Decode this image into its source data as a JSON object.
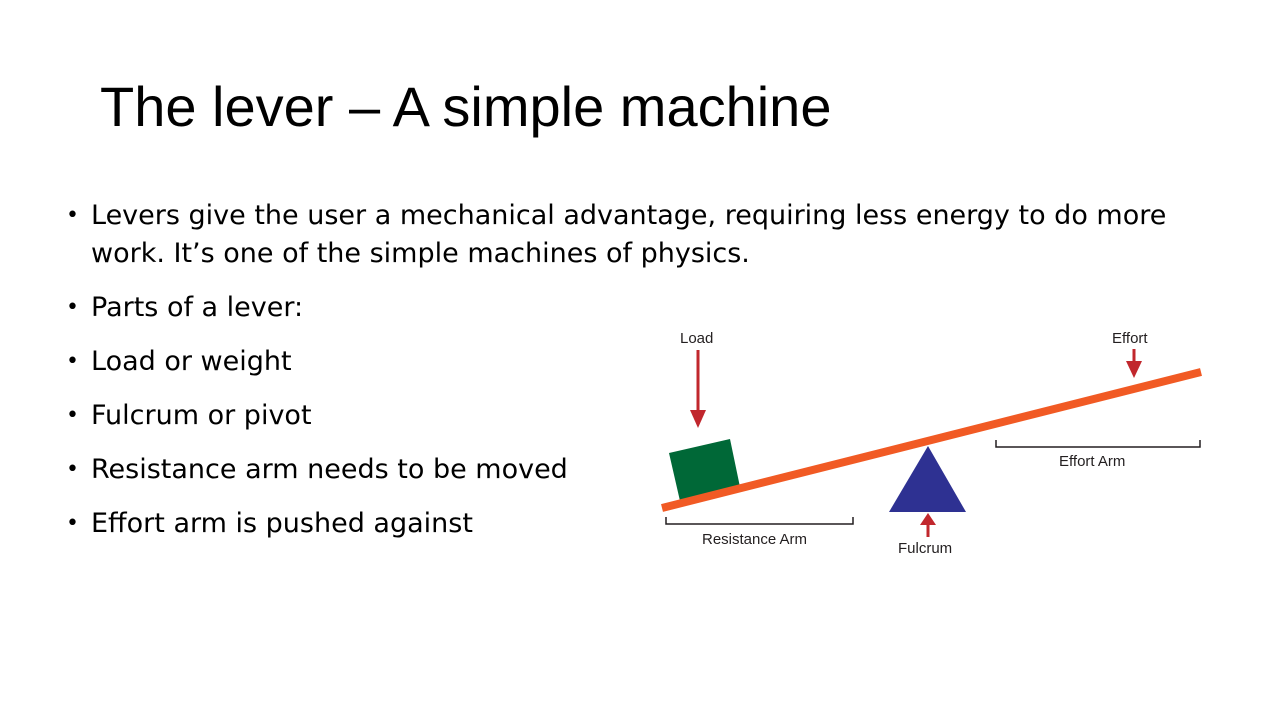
{
  "slide": {
    "title": "The lever – A simple machine",
    "bullets": [
      "Levers give the user a mechanical advantage, requiring less energy to do more work. It’s one of the simple machines of physics.",
      "Parts of a lever:",
      "Load or weight",
      "Fulcrum or pivot",
      "Resistance arm needs to be moved",
      "Effort arm is pushed against"
    ],
    "bullet_glyph": "•"
  },
  "diagram": {
    "labels": {
      "load": "Load",
      "effort": "Effort",
      "effort_arm": "Effort Arm",
      "resistance_arm": "Resistance Arm",
      "fulcrum": "Fulcrum"
    },
    "colors": {
      "lever_bar": "#f15a24",
      "load_block": "#006837",
      "fulcrum": "#2e3192",
      "arrows": "#c1272d",
      "brackets": "#231f20"
    }
  }
}
